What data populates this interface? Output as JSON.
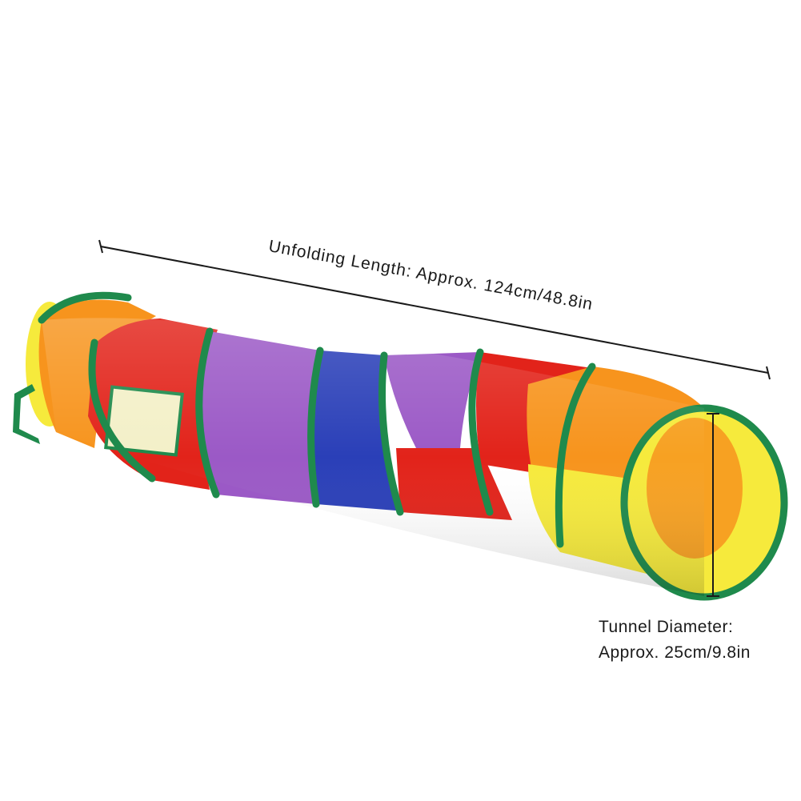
{
  "product": {
    "colors": {
      "rim": "#1f8a4c",
      "yellow": "#f6ea3c",
      "orange": "#f7941d",
      "red": "#e2231a",
      "purple": "#9b59c6",
      "blue": "#2a3fb8"
    }
  },
  "annotations": {
    "length_label": "Unfolding Length: Approx. 124cm/48.8in",
    "diameter_line1": "Tunnel Diameter:",
    "diameter_line2": "Approx. 25cm/9.8in"
  }
}
